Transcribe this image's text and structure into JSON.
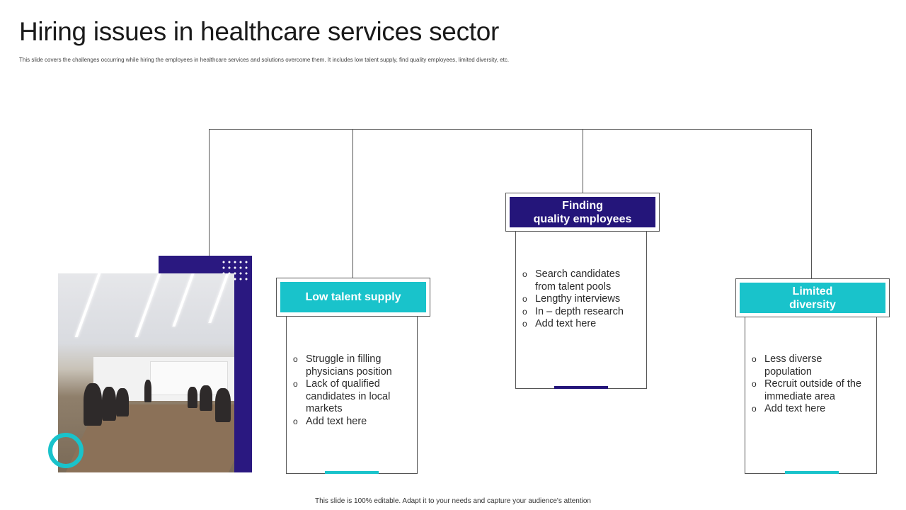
{
  "slide": {
    "title": "Hiring issues in healthcare services sector",
    "subtitle": "This slide covers the challenges occurring while hiring the employees in healthcare services and solutions overcome them. It includes low talent supply, find quality employees, limited diversity, etc.",
    "footer": "This slide is 100% editable. Adapt it to your needs and capture your audience's attention"
  },
  "bullet_symbol": "o",
  "colors": {
    "teal": "#19c3cb",
    "navy": "#24157a"
  },
  "cards": [
    {
      "heading": "Low talent supply",
      "items": [
        "Struggle in filling physicians position",
        "Lack of qualified candidates in local markets",
        "Add text here"
      ]
    },
    {
      "heading_line1": "Finding",
      "heading_line2": "quality employees",
      "items": [
        "Search candidates from talent pools",
        "Lengthy interviews",
        "In – depth research",
        "Add text here"
      ]
    },
    {
      "heading_line1": "Limited",
      "heading_line2": "diversity",
      "items": [
        "Less diverse population",
        "Recruit outside of the immediate area",
        "Add text here"
      ]
    }
  ]
}
